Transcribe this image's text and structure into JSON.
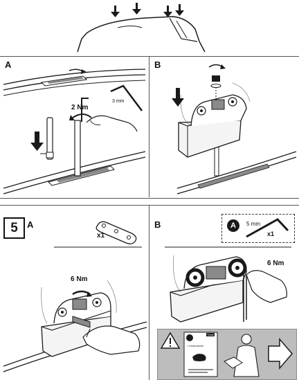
{
  "step3": {
    "panel_a": {
      "letter": "A",
      "torque": "2 Nm",
      "tool_size": "3 mm"
    },
    "panel_b": {
      "letter": "B"
    }
  },
  "step5": {
    "number": "5",
    "panel_a": {
      "letter": "A",
      "qty": "x1",
      "torque": "6 Nm"
    },
    "panel_b": {
      "letter": "B",
      "badge": "A",
      "tool_size": "5 mm",
      "qty": "x1",
      "torque": "6 Nm"
    },
    "warning": {
      "booklet_heading": "> Instructions",
      "booklet_tag": "Thule"
    }
  },
  "colors": {
    "line": "#1a1a1a",
    "divider": "#555555",
    "bar_fill": "#8a8a8a",
    "foot_fill": "#f4f4f4",
    "warning_bg": "#bdbdbd"
  }
}
